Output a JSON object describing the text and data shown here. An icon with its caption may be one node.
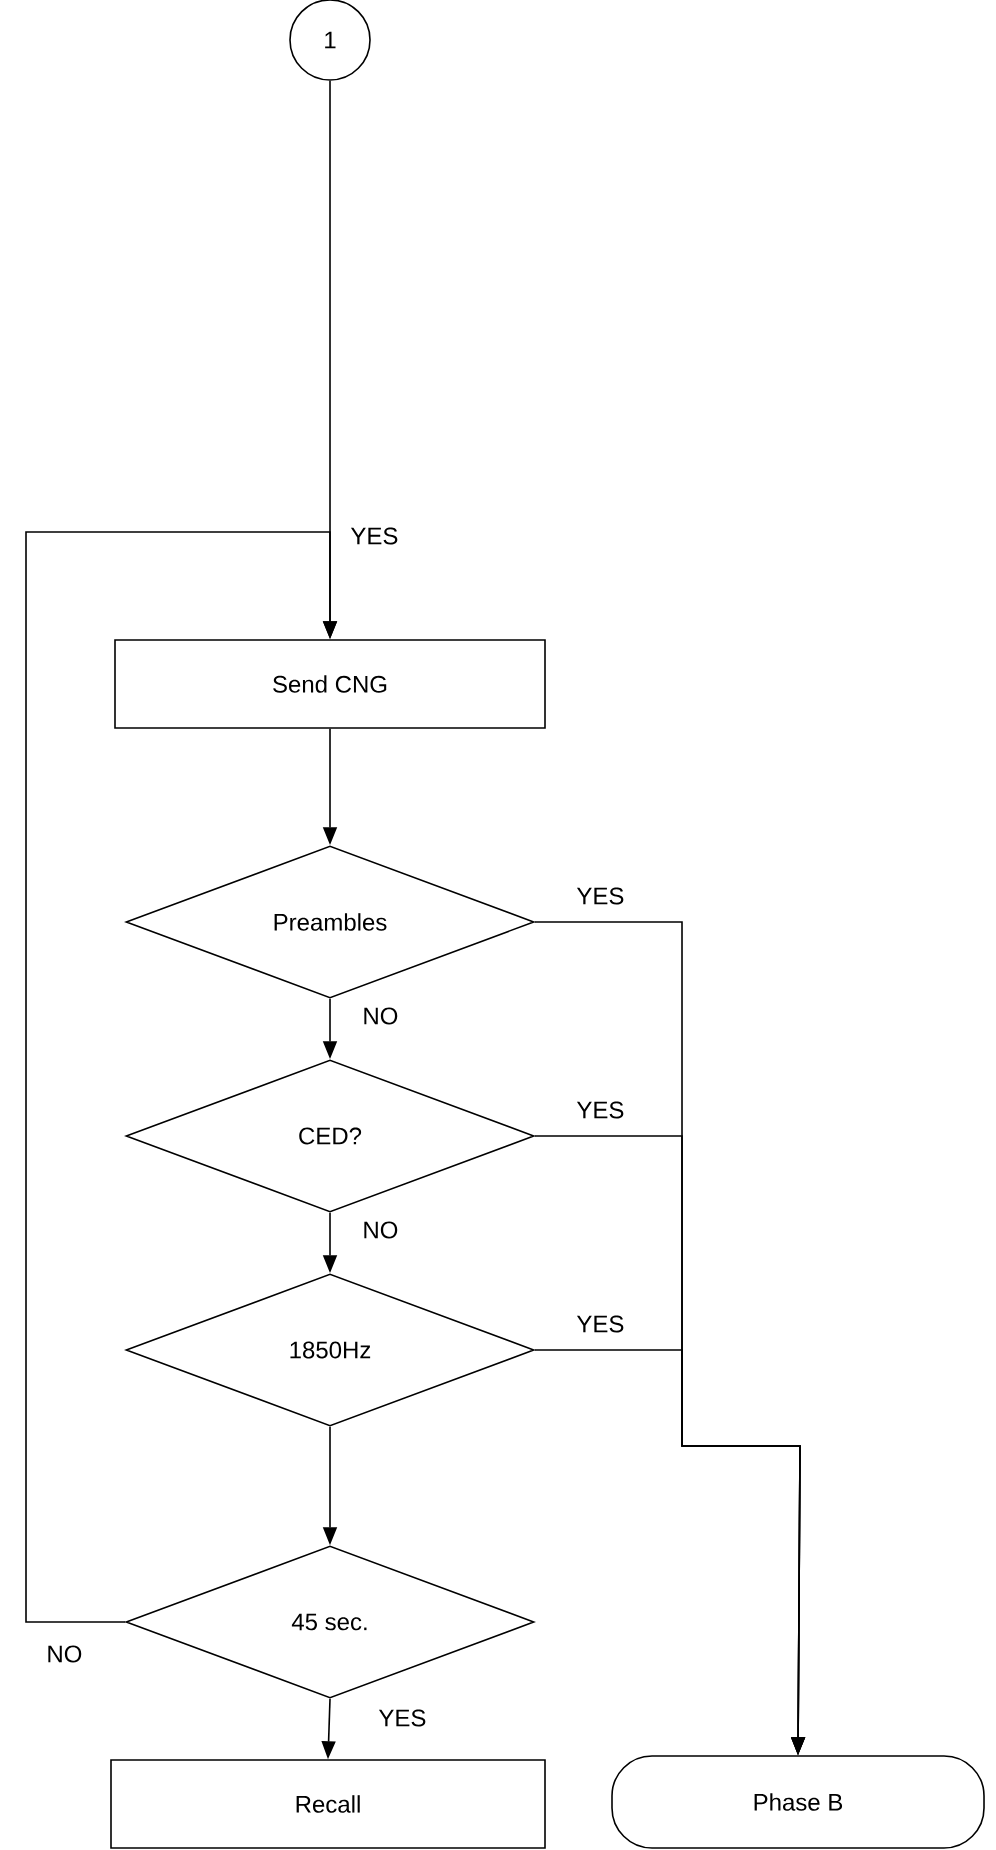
{
  "diagram": {
    "nodes": [
      {
        "text": [
          "1"
        ]
      },
      {
        "text": [
          "Send CNG"
        ]
      },
      {
        "text": [
          "Preambles"
        ]
      },
      {
        "text": [
          "CED?"
        ]
      },
      {
        "text": [
          "1850Hz"
        ]
      },
      {
        "text": [
          "45 sec."
        ]
      },
      {
        "text": [
          "Recall"
        ]
      },
      {
        "text": [
          "Phase B"
        ]
      }
    ],
    "edges": [
      {
        "from": 0,
        "to": 1,
        "arrow": "to"
      },
      {
        "from": 1,
        "to": 2,
        "arrow": "to"
      },
      {
        "from": 2,
        "to": 3,
        "arrow": "to",
        "label": "NO"
      },
      {
        "from": 3,
        "to": 4,
        "arrow": "to",
        "label": "NO"
      },
      {
        "from": 4,
        "to": 5,
        "arrow": "to"
      },
      {
        "from": 5,
        "to": 6,
        "arrow": "to",
        "label": "YES"
      },
      {
        "from": 5,
        "to": 1,
        "arrow": "to",
        "label": "NO"
      },
      {
        "from": 2,
        "to": 7,
        "arrow": "to",
        "label": "YES"
      },
      {
        "from": 3,
        "to": 7,
        "arrow": "to",
        "label": "YES"
      },
      {
        "from": 4,
        "to": 7,
        "arrow": "to",
        "label": "YES"
      }
    ],
    "labels": [
      "YES"
    ]
  }
}
